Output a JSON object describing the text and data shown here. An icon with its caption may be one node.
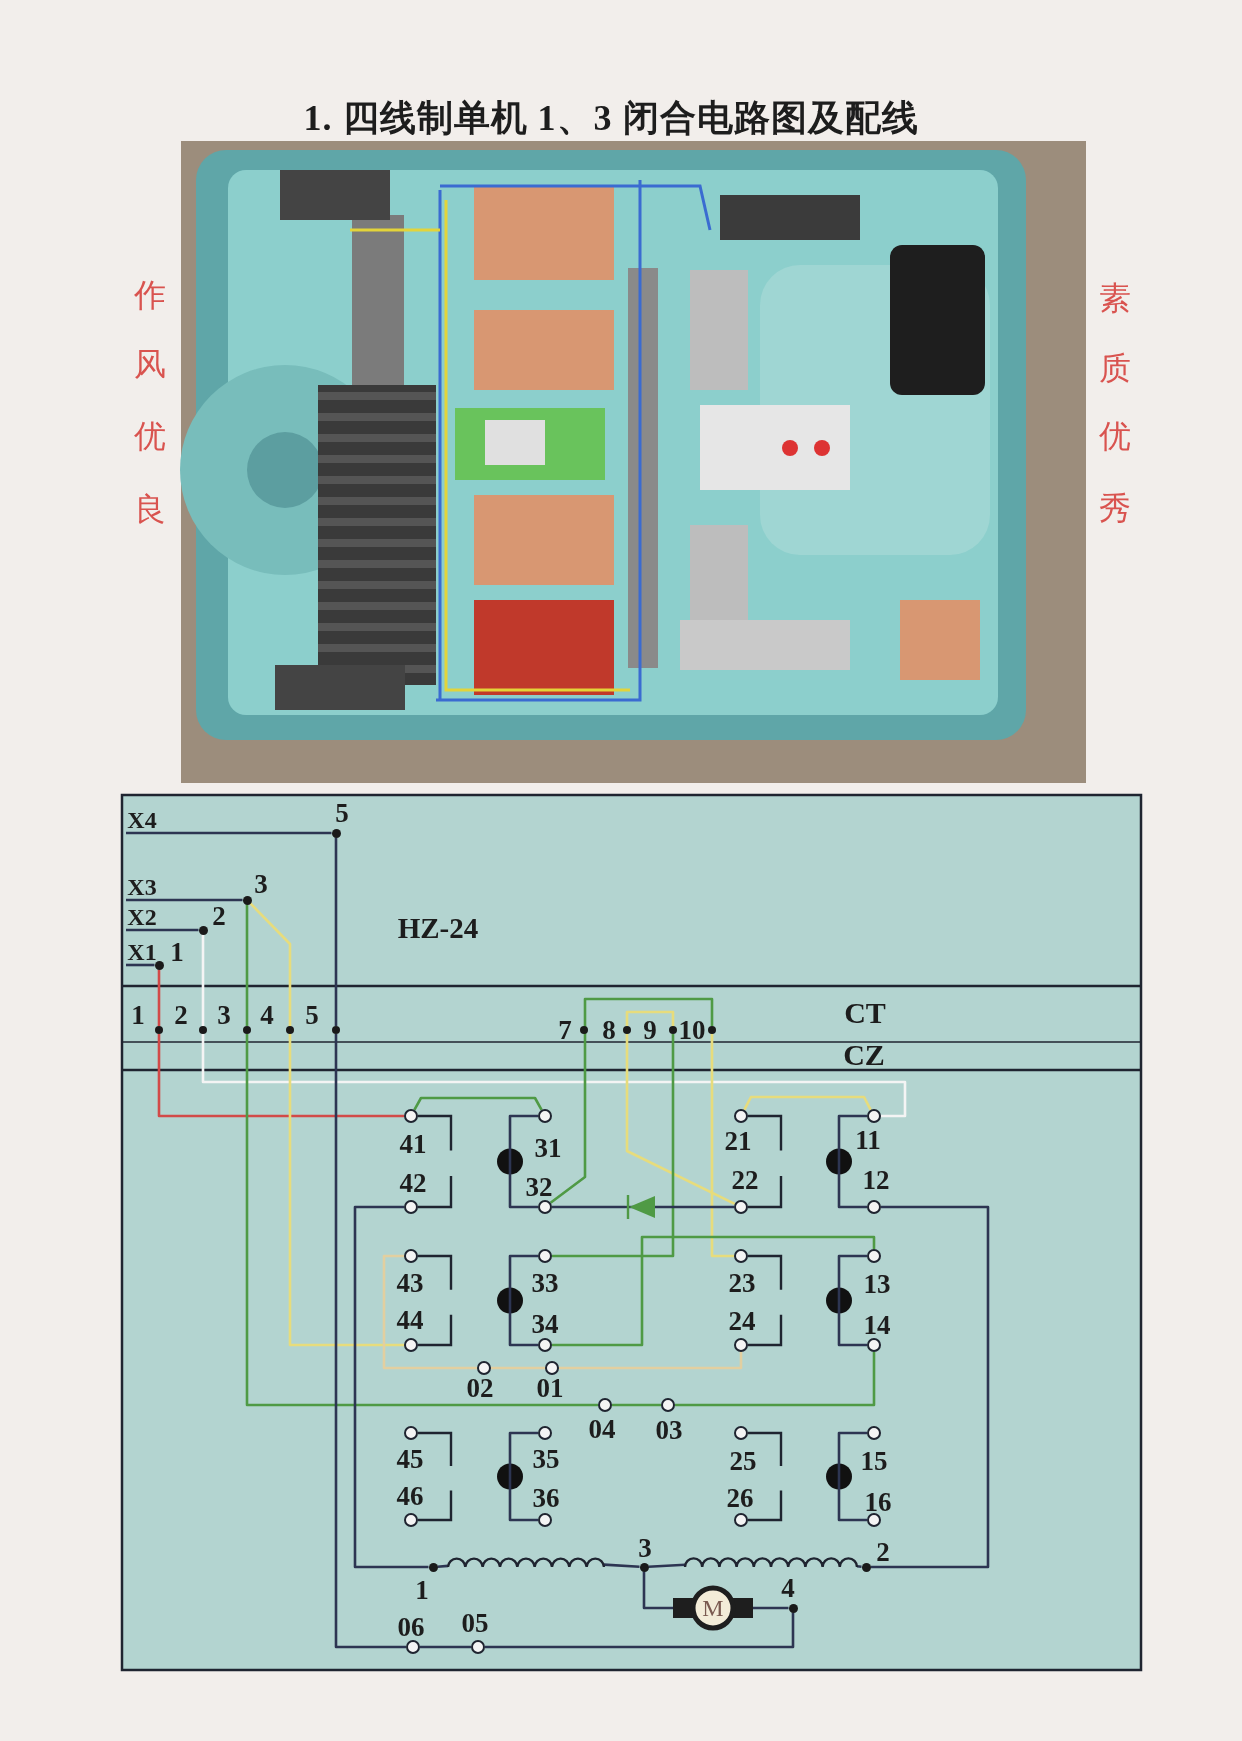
{
  "diagram": {
    "title": "1. 四线制单机 1、3 闭合电路图及配线",
    "nodes": [
      {
        "text": [
          "X4"
        ]
      },
      {
        "text": [],
        "shape": "circle",
        "beside": [
          "5"
        ]
      },
      {
        "text": [
          "X3"
        ]
      },
      {
        "text": [],
        "shape": "circle",
        "beside": [
          "3"
        ]
      },
      {
        "text": [
          "X2"
        ]
      },
      {
        "text": [],
        "shape": "circle",
        "beside": [
          "2"
        ]
      },
      {
        "text": [
          "X1"
        ]
      },
      {
        "text": [],
        "shape": "circle",
        "beside": [
          "1"
        ]
      },
      {
        "text": [],
        "shape": "circle",
        "beside": [
          "1"
        ]
      },
      {
        "text": [],
        "shape": "circle",
        "beside": [
          "2"
        ]
      },
      {
        "text": [],
        "shape": "circle",
        "beside": [
          "3"
        ]
      },
      {
        "text": [],
        "shape": "circle",
        "beside": [
          "4"
        ]
      },
      {
        "text": [],
        "shape": "circle",
        "beside": [
          "5"
        ]
      },
      {
        "text": [],
        "shape": "circle",
        "beside": [
          "7"
        ]
      },
      {
        "text": [],
        "shape": "circle",
        "beside": [
          "8"
        ]
      },
      {
        "text": [],
        "shape": "circle",
        "beside": [
          "9"
        ]
      },
      {
        "text": [],
        "shape": "circle",
        "beside": [
          "10"
        ]
      },
      {
        "text": [],
        "shape": "circle",
        "beside": [
          "41"
        ]
      },
      {
        "text": [],
        "shape": "circle",
        "beside": [
          "42"
        ]
      },
      {
        "text": [],
        "shape": "circle",
        "beside": [
          "31"
        ]
      },
      {
        "text": [],
        "shape": "circle",
        "beside": [
          "32"
        ]
      },
      {
        "text": [],
        "shape": "circle",
        "beside": [
          "21"
        ]
      },
      {
        "text": [],
        "shape": "circle",
        "beside": [
          "22"
        ]
      },
      {
        "text": [],
        "shape": "circle",
        "beside": [
          "11"
        ]
      },
      {
        "text": [],
        "shape": "circle",
        "beside": [
          "12"
        ]
      },
      {
        "text": [],
        "shape": "diode"
      },
      {
        "text": [],
        "shape": "circle",
        "beside": [
          "43"
        ]
      },
      {
        "text": [],
        "shape": "circle",
        "beside": [
          "44"
        ]
      },
      {
        "text": [],
        "shape": "circle",
        "beside": [
          "33"
        ]
      },
      {
        "text": [],
        "shape": "circle",
        "beside": [
          "34"
        ]
      },
      {
        "text": [],
        "shape": "circle",
        "beside": [
          "23"
        ]
      },
      {
        "text": [],
        "shape": "circle",
        "beside": [
          "24"
        ]
      },
      {
        "text": [],
        "shape": "circle",
        "beside": [
          "13"
        ]
      },
      {
        "text": [],
        "shape": "circle",
        "beside": [
          "14"
        ]
      },
      {
        "text": [],
        "shape": "circle",
        "beside": [
          "02"
        ]
      },
      {
        "text": [],
        "shape": "circle",
        "beside": [
          "01"
        ]
      },
      {
        "text": [],
        "shape": "circle",
        "beside": [
          "04"
        ]
      },
      {
        "text": [],
        "shape": "circle",
        "beside": [
          "03"
        ]
      },
      {
        "text": [],
        "shape": "circle",
        "beside": [
          "45"
        ]
      },
      {
        "text": [],
        "shape": "circle",
        "beside": [
          "46"
        ]
      },
      {
        "text": [],
        "shape": "circle",
        "beside": [
          "35"
        ]
      },
      {
        "text": [],
        "shape": "circle",
        "beside": [
          "36"
        ]
      },
      {
        "text": [],
        "shape": "circle",
        "beside": [
          "25"
        ]
      },
      {
        "text": [],
        "shape": "circle",
        "beside": [
          "26"
        ]
      },
      {
        "text": [],
        "shape": "circle",
        "beside": [
          "15"
        ]
      },
      {
        "text": [],
        "shape": "circle",
        "beside": [
          "16"
        ]
      },
      {
        "text": [],
        "shape": "circle",
        "beside": [
          "1"
        ]
      },
      {
        "text": [],
        "shape": "coil"
      },
      {
        "text": [],
        "shape": "circle",
        "beside": [
          "3"
        ]
      },
      {
        "text": [],
        "shape": "coil"
      },
      {
        "text": [],
        "shape": "circle",
        "beside": [
          "2"
        ]
      },
      {
        "text": [
          "M"
        ]
      },
      {
        "text": [],
        "shape": "circle",
        "beside": [
          "4"
        ]
      },
      {
        "text": [],
        "shape": "circle",
        "beside": [
          "06"
        ]
      },
      {
        "text": [],
        "shape": "circle",
        "beside": [
          "05"
        ]
      }
    ],
    "edges": [
      {
        "from": 0,
        "to": 1,
        "arrow": "none"
      },
      {
        "from": 2,
        "to": 3,
        "arrow": "none"
      },
      {
        "from": 4,
        "to": 5,
        "arrow": "none"
      },
      {
        "from": 6,
        "to": 7,
        "arrow": "none"
      },
      {
        "from": 7,
        "to": 8,
        "arrow": "none",
        "color": "#d24a48"
      },
      {
        "from": 8,
        "to": 17,
        "arrow": "none",
        "color": "#d24a48"
      },
      {
        "from": 5,
        "to": 9,
        "arrow": "none",
        "color": "#f4f4f4"
      },
      {
        "from": 9,
        "to": 23,
        "arrow": "none",
        "color": "#f4f4f4"
      },
      {
        "from": 3,
        "to": 10,
        "arrow": "none",
        "color": "#4f9a45"
      },
      {
        "from": 10,
        "to": 36,
        "arrow": "none",
        "color": "#4f9a45"
      },
      {
        "from": 36,
        "to": 37,
        "arrow": "none",
        "color": "#4f9a45"
      },
      {
        "from": 37,
        "to": 33,
        "arrow": "none",
        "color": "#4f9a45"
      },
      {
        "from": 3,
        "to": 11,
        "arrow": "none",
        "color": "#e7dc7c"
      },
      {
        "from": 11,
        "to": 27,
        "arrow": "none",
        "color": "#e7dc7c"
      },
      {
        "from": 1,
        "to": 12,
        "arrow": "none"
      },
      {
        "from": 12,
        "to": 53,
        "arrow": "none"
      },
      {
        "from": 53,
        "to": 54,
        "arrow": "none"
      },
      {
        "from": 54,
        "to": 52,
        "arrow": "none"
      },
      {
        "from": 17,
        "to": 19,
        "arrow": "none",
        "color": "#4f9a45"
      },
      {
        "from": 20,
        "to": 16,
        "arrow": "none",
        "color": "#4f9a45"
      },
      {
        "from": 16,
        "to": 30,
        "arrow": "none",
        "color": "#e7dc7c"
      },
      {
        "from": 14,
        "to": 15,
        "arrow": "none",
        "color": "#e7dc7c"
      },
      {
        "from": 14,
        "to": 22,
        "arrow": "none",
        "color": "#e7dc7c"
      },
      {
        "from": 15,
        "to": 28,
        "arrow": "none",
        "color": "#4f9a45"
      },
      {
        "from": 29,
        "to": 32,
        "arrow": "none",
        "color": "#4f9a45"
      },
      {
        "from": 21,
        "to": 23,
        "arrow": "none",
        "color": "#e7dc7c"
      },
      {
        "from": 20,
        "to": 25,
        "arrow": "none"
      },
      {
        "from": 25,
        "to": 22,
        "arrow": "none"
      },
      {
        "from": 26,
        "to": 34,
        "arrow": "none",
        "color": "#e2cfa0"
      },
      {
        "from": 34,
        "to": 35,
        "arrow": "none",
        "color": "#e2cfa0"
      },
      {
        "from": 35,
        "to": 31,
        "arrow": "none",
        "color": "#e2cfa0"
      },
      {
        "from": 18,
        "to": 46,
        "arrow": "none"
      },
      {
        "from": 46,
        "to": 47,
        "arrow": "none"
      },
      {
        "from": 47,
        "to": 48,
        "arrow": "none"
      },
      {
        "from": 48,
        "to": 49,
        "arrow": "none"
      },
      {
        "from": 49,
        "to": 50,
        "arrow": "none"
      },
      {
        "from": 50,
        "to": 24,
        "arrow": "none"
      },
      {
        "from": 48,
        "to": 51,
        "arrow": "none"
      },
      {
        "from": 51,
        "to": 52,
        "arrow": "none"
      },
      {
        "from": 19,
        "to": 20,
        "arrow": "none"
      },
      {
        "from": 23,
        "to": 24,
        "arrow": "none"
      },
      {
        "from": 28,
        "to": 29,
        "arrow": "none"
      },
      {
        "from": 32,
        "to": 33,
        "arrow": "none"
      },
      {
        "from": 40,
        "to": 41,
        "arrow": "none"
      },
      {
        "from": 44,
        "to": 45,
        "arrow": "none"
      }
    ],
    "labels": [
      "作风优良",
      "素质优秀",
      "HZ-24",
      "CT",
      "CZ"
    ]
  }
}
